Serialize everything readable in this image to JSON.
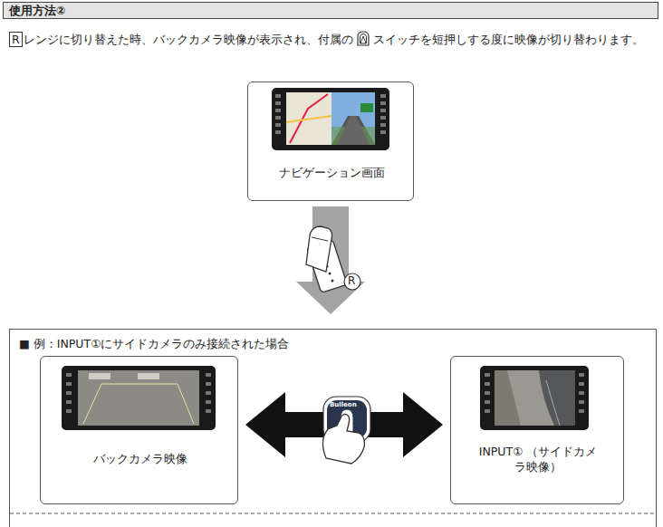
{
  "diagram": {
    "title": "使用方法②",
    "nodes": [
      {
        "text": [
          "ナビゲーション画面"
        ]
      },
      {
        "text": [
          "■ 例：INPUT①にサイドカメラのみ接続された場合"
        ]
      },
      {
        "text": [
          "バックカメラ映像"
        ],
        "in": 1
      },
      {
        "text": [
          "INPUT① （サイドカメラ映像）"
        ],
        "in": 1
      }
    ],
    "edges": [
      {
        "from": 0,
        "to": 1,
        "arrow": "to"
      },
      {
        "from": 2,
        "to": 3,
        "arrow": "both"
      }
    ],
    "labels": [
      "R",
      "レンジに切り替えた時、バックカメラ映像が表示され、付属の",
      "スイッチを短押しする度に映像が切り替わります。",
      "R",
      "Bulleon"
    ]
  }
}
